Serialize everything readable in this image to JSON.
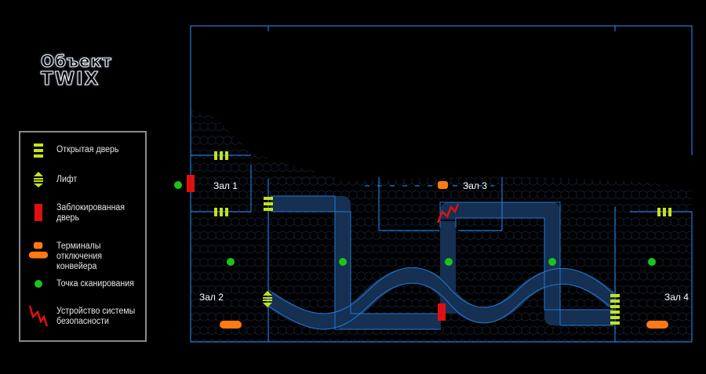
{
  "title": {
    "line1": "Объект",
    "line2": "TWIX"
  },
  "legend": [
    {
      "icon": "open-door-icon",
      "label": "Открытая дверь"
    },
    {
      "icon": "elevator-icon",
      "label": "Лифт"
    },
    {
      "icon": "locked-door-icon",
      "label": "Заблокированная\nдверь"
    },
    {
      "icon": "conveyor-terminal-icon",
      "label": "Терминалы\nотключения конвейера"
    },
    {
      "icon": "scan-point-icon",
      "label": "Точка сканирования"
    },
    {
      "icon": "security-device-icon",
      "label": "Устройство системы\nбезопасности"
    }
  ],
  "rooms": [
    {
      "id": "hall-1",
      "label": "Зал 1"
    },
    {
      "id": "hall-2",
      "label": "Зал 2"
    },
    {
      "id": "hall-3",
      "label": "Зал 3"
    },
    {
      "id": "hall-4",
      "label": "Зал 4"
    }
  ],
  "colors": {
    "wall": "#1f7ad6",
    "door_open": "#c6e21a",
    "door_locked": "#e01010",
    "terminal": "#ff7a12",
    "scan_point": "#19c51a",
    "security": "#e01010",
    "conveyor": "#17365a"
  }
}
